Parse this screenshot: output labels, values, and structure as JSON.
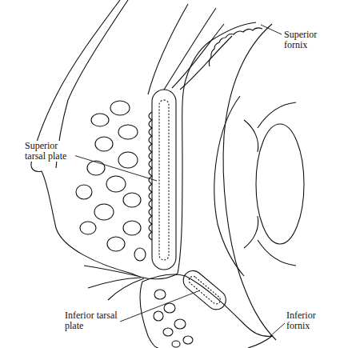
{
  "diagram": {
    "labels": [
      "Superior fornix",
      "Superior tarsal plate",
      "Inferior tarsal plate",
      "Inferior fornix"
    ]
  }
}
